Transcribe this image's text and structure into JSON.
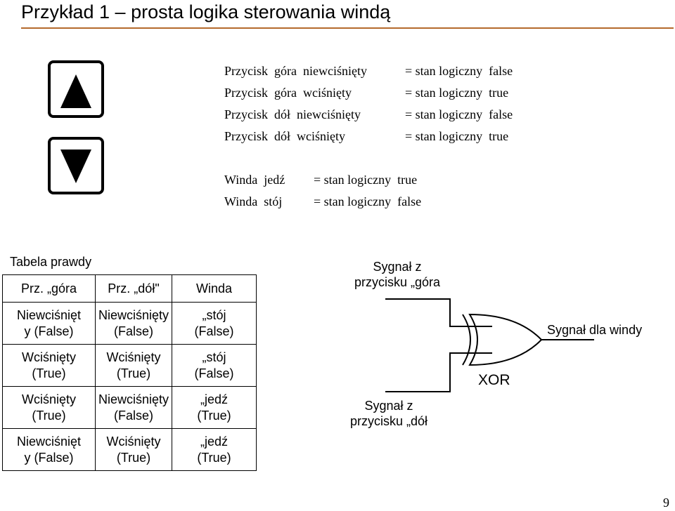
{
  "title": "Przykład 1 – prosta logika sterowania windą",
  "definitions": {
    "buttons": [
      {
        "subject": "Przycisk  góra  niewciśnięty",
        "value": "= stan logiczny  false"
      },
      {
        "subject": "Przycisk  góra  wciśnięty",
        "value": "= stan logiczny  true"
      },
      {
        "subject": "Przycisk  dół  niewciśnięty",
        "value": "= stan logiczny  false"
      },
      {
        "subject": "Przycisk  dół  wciśnięty",
        "value": "= stan logiczny  true"
      }
    ],
    "elevator": [
      {
        "subject": "Winda  jedź",
        "value": "= stan logiczny  true"
      },
      {
        "subject": "Winda  stój",
        "value": "= stan logiczny  false"
      }
    ]
  },
  "truth_table": {
    "title": "Tabela prawdy",
    "headers": [
      "Prz. „góra",
      "Prz. „dół\"",
      "Winda"
    ],
    "rows": [
      [
        [
          "Niewciśnięt",
          "y (False)"
        ],
        [
          "Niewciśnięty",
          "(False)"
        ],
        [
          "„stój",
          "(False)"
        ]
      ],
      [
        [
          "Wciśnięty",
          "(True)"
        ],
        [
          "Wciśnięty",
          "(True)"
        ],
        [
          "„stój",
          "(False)"
        ]
      ],
      [
        [
          "Wciśnięty",
          "(True)"
        ],
        [
          "Niewciśnięty",
          "(False)"
        ],
        [
          "„jedź",
          "(True)"
        ]
      ],
      [
        [
          "Niewciśnięt",
          "y (False)"
        ],
        [
          "Wciśnięty",
          "(True)"
        ],
        [
          "„jedź",
          "(True)"
        ]
      ]
    ]
  },
  "diagram": {
    "input_top": [
      "Sygnał z",
      "przycisku „góra"
    ],
    "input_bottom": [
      "Sygnał z",
      "przycisku „dół"
    ],
    "output": "Sygnał dla windy",
    "gate": "XOR"
  },
  "icons": {
    "up": "up-arrow-icon",
    "down": "down-arrow-icon"
  },
  "colors": {
    "title_rule": "#b46a2c"
  },
  "page_number": "9"
}
